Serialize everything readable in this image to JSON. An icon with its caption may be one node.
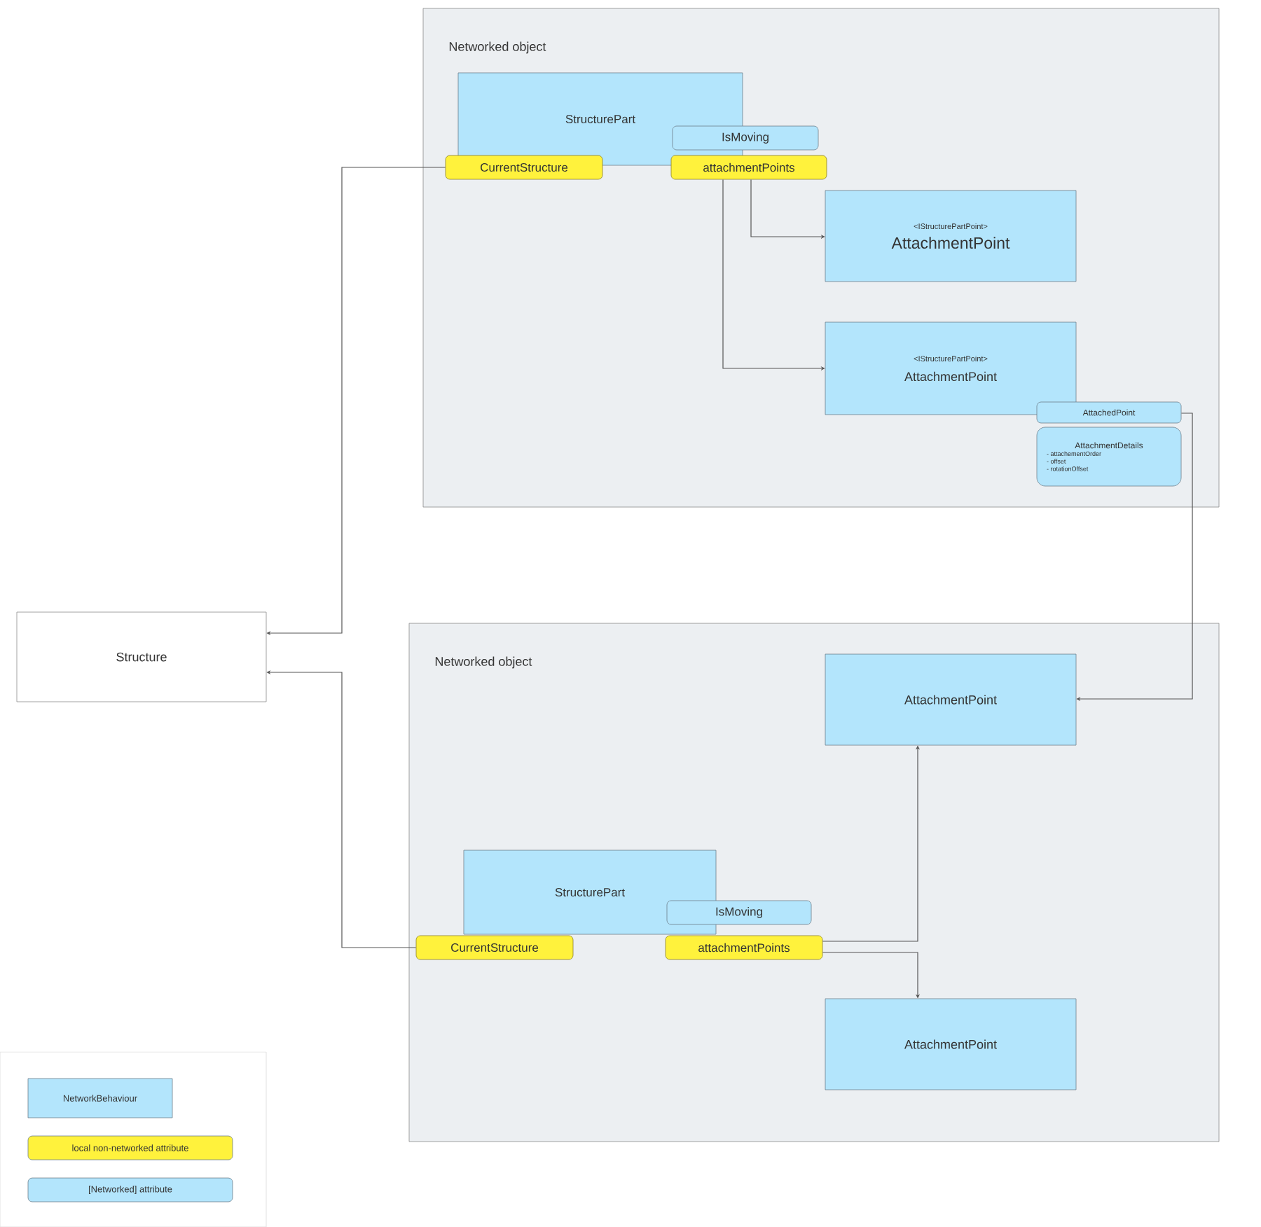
{
  "diagram": {
    "nodes": [
      {
        "text": [
          "Networked object"
        ]
      },
      {
        "text": [
          "StructurePart"
        ],
        "in": 0
      },
      {
        "text": [
          "IsMoving"
        ],
        "in": 0
      },
      {
        "text": [
          "CurrentStructure"
        ],
        "in": 0
      },
      {
        "text": [
          "attachmentPoints"
        ],
        "in": 0
      },
      {
        "text": [
          "<IStructurePartPoint>",
          "AttachmentPoint"
        ],
        "in": 0
      },
      {
        "text": [
          "<IStructurePartPoint>",
          "AttachmentPoint"
        ],
        "in": 0
      },
      {
        "text": [
          "AttachedPoint"
        ],
        "in": 0
      },
      {
        "text": [
          "AttachmentDetails",
          "- attachementOrder",
          "- offset",
          "- rotationOffset"
        ],
        "in": 0
      },
      {
        "text": [
          "Structure"
        ]
      },
      {
        "text": [
          "Networked object"
        ]
      },
      {
        "text": [
          "AttachmentPoint"
        ],
        "in": 10
      },
      {
        "text": [
          "StructurePart"
        ],
        "in": 10
      },
      {
        "text": [
          "IsMoving"
        ],
        "in": 10
      },
      {
        "text": [
          "CurrentStructure"
        ],
        "in": 10
      },
      {
        "text": [
          "attachmentPoints"
        ],
        "in": 10
      },
      {
        "text": [
          "AttachmentPoint"
        ],
        "in": 10
      }
    ],
    "edges": [
      {
        "from": 3,
        "to": 9,
        "arrow": "to"
      },
      {
        "from": 4,
        "to": 5,
        "arrow": "to"
      },
      {
        "from": 4,
        "to": 6,
        "arrow": "to"
      },
      {
        "from": 7,
        "to": 11,
        "arrow": "to"
      },
      {
        "from": 14,
        "to": 9,
        "arrow": "to"
      },
      {
        "from": 15,
        "to": 11,
        "arrow": "to"
      },
      {
        "from": 15,
        "to": 16,
        "arrow": "to"
      }
    ],
    "legend": [
      {
        "text": "NetworkBehaviour",
        "color": "#b3e5fc"
      },
      {
        "text": "local non-networked attribute",
        "color": "#fff23c"
      },
      {
        "text": "[Networked] attribute",
        "color": "#b3e5fc"
      }
    ]
  }
}
